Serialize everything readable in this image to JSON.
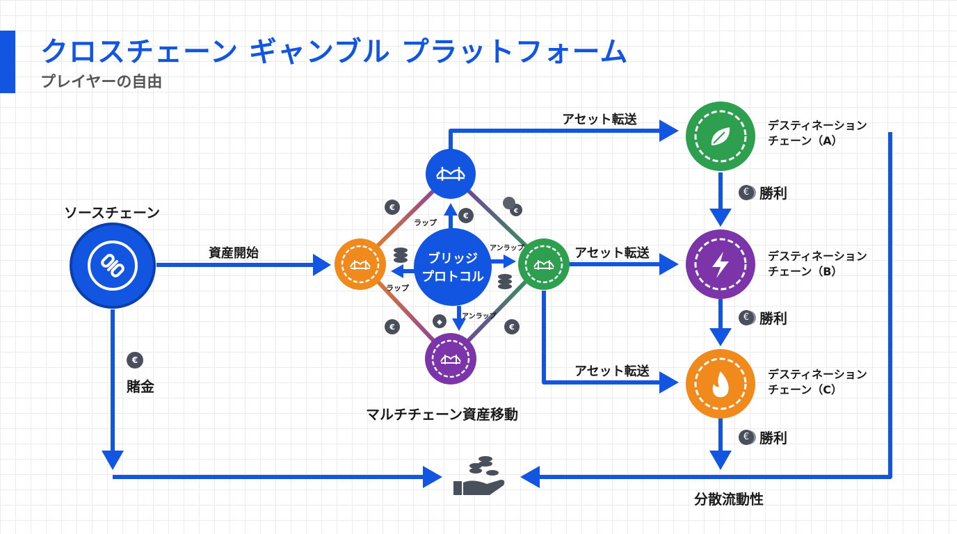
{
  "header": {
    "title": "クロスチェーン ギャンブル プラットフォーム",
    "subtitle": "プレイヤーの自由"
  },
  "source": {
    "label": "ソースチェーン",
    "icon": "link-icon"
  },
  "edges": {
    "asset_start": "資産開始",
    "bet": "賭金",
    "asset_transfer_a": "アセット転送",
    "asset_transfer_b": "アセット転送",
    "asset_transfer_c": "アセット転送",
    "win_a": "勝利",
    "win_b": "勝利",
    "win_c": "勝利"
  },
  "bridge": {
    "hub_line1": "ブリッジ",
    "hub_line2": "プロトコル",
    "wrap_top": "ラップ",
    "wrap_left": "ラップ",
    "unwrap_right": "アンラップ",
    "unwrap_bottom": "アンラップ",
    "caption": "マルチチェーン資産移動"
  },
  "destinations": [
    {
      "line1": "デスティネーション",
      "line2": "チェーン（A）",
      "icon": "leaf-icon",
      "color": "#2e9e4f"
    },
    {
      "line1": "デスティネーション",
      "line2": "チェーン（B）",
      "icon": "lightning-icon",
      "color": "#7b35a8"
    },
    {
      "line1": "デスティネーション",
      "line2": "チェーン（C）",
      "icon": "flame-icon",
      "color": "#f08a1c"
    }
  ],
  "pool": {
    "label": "分散流動性",
    "icon": "hand-coins-icon"
  },
  "colors": {
    "accent": "#1155e0",
    "orange": "#f08a1c",
    "green": "#2e9e4f",
    "purple": "#7b35a8",
    "coin": "#4a4f5c"
  }
}
